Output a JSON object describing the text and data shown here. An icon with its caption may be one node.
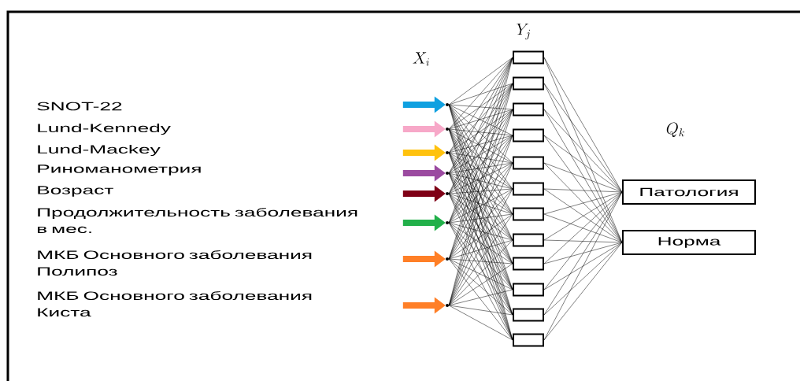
{
  "diagram": {
    "nodes": [
      {
        "text": [
          "SNOT-22"
        ]
      },
      {
        "text": [
          "Lund-Kennedy"
        ]
      },
      {
        "text": [
          "Lund-Mackey"
        ]
      },
      {
        "text": [
          "Риноманометрия"
        ]
      },
      {
        "text": [
          "Возраст"
        ]
      },
      {
        "text": [
          "Продолжительность заболевания в мес."
        ]
      },
      {
        "text": [
          "МКБ Основного заболевания Полипоз"
        ]
      },
      {
        "text": [
          "МКБ Основного заболевания Киста"
        ]
      },
      {
        "text": [],
        "shape": "circle"
      },
      {
        "text": [],
        "shape": "circle"
      },
      {
        "text": [],
        "shape": "circle"
      },
      {
        "text": [],
        "shape": "circle"
      },
      {
        "text": [],
        "shape": "circle"
      },
      {
        "text": [],
        "shape": "circle"
      },
      {
        "text": [],
        "shape": "circle"
      },
      {
        "text": [],
        "shape": "circle"
      },
      {
        "text": [],
        "shape": "box"
      },
      {
        "text": [],
        "shape": "box"
      },
      {
        "text": [],
        "shape": "box"
      },
      {
        "text": [],
        "shape": "box"
      },
      {
        "text": [],
        "shape": "box"
      },
      {
        "text": [],
        "shape": "box"
      },
      {
        "text": [],
        "shape": "box"
      },
      {
        "text": [],
        "shape": "box"
      },
      {
        "text": [],
        "shape": "box"
      },
      {
        "text": [],
        "shape": "box"
      },
      {
        "text": [],
        "shape": "box"
      },
      {
        "text": [],
        "shape": "box"
      },
      {
        "text": [
          "Патология"
        ]
      },
      {
        "text": [
          "Норма"
        ]
      }
    ],
    "edges": [
      {
        "from": null,
        "to": 8,
        "arrow": "to",
        "style": "thick",
        "color": "#0fa0e0"
      },
      {
        "from": null,
        "to": 9,
        "arrow": "to",
        "style": "thick",
        "color": "#f7a8c8"
      },
      {
        "from": null,
        "to": 10,
        "arrow": "to",
        "style": "thick",
        "color": "#ffc20e"
      },
      {
        "from": null,
        "to": 11,
        "arrow": "to",
        "style": "thick",
        "color": "#9b4aa0"
      },
      {
        "from": null,
        "to": 12,
        "arrow": "to",
        "style": "thick",
        "color": "#7f0016"
      },
      {
        "from": null,
        "to": 13,
        "arrow": "to",
        "style": "thick",
        "color": "#22b04a"
      },
      {
        "from": null,
        "to": 14,
        "arrow": "to",
        "style": "thick",
        "color": "#ff7f27"
      },
      {
        "from": null,
        "to": 15,
        "arrow": "to",
        "style": "thick",
        "color": "#ff7f27"
      },
      {
        "from": 8,
        "to": 16,
        "arrow": "none"
      },
      {
        "from": 8,
        "to": 17,
        "arrow": "none"
      },
      {
        "from": 8,
        "to": 18,
        "arrow": "none"
      },
      {
        "from": 8,
        "to": 19,
        "arrow": "none"
      },
      {
        "from": 8,
        "to": 20,
        "arrow": "none"
      },
      {
        "from": 8,
        "to": 21,
        "arrow": "none"
      },
      {
        "from": 8,
        "to": 22,
        "arrow": "none"
      },
      {
        "from": 8,
        "to": 23,
        "arrow": "none"
      },
      {
        "from": 8,
        "to": 24,
        "arrow": "none"
      },
      {
        "from": 8,
        "to": 25,
        "arrow": "none"
      },
      {
        "from": 8,
        "to": 26,
        "arrow": "none"
      },
      {
        "from": 8,
        "to": 27,
        "arrow": "none"
      },
      {
        "from": 9,
        "to": 16,
        "arrow": "none"
      },
      {
        "from": 9,
        "to": 17,
        "arrow": "none"
      },
      {
        "from": 9,
        "to": 18,
        "arrow": "none"
      },
      {
        "from": 9,
        "to": 19,
        "arrow": "none"
      },
      {
        "from": 9,
        "to": 20,
        "arrow": "none"
      },
      {
        "from": 9,
        "to": 21,
        "arrow": "none"
      },
      {
        "from": 9,
        "to": 22,
        "arrow": "none"
      },
      {
        "from": 9,
        "to": 23,
        "arrow": "none"
      },
      {
        "from": 9,
        "to": 24,
        "arrow": "none"
      },
      {
        "from": 9,
        "to": 25,
        "arrow": "none"
      },
      {
        "from": 9,
        "to": 26,
        "arrow": "none"
      },
      {
        "from": 9,
        "to": 27,
        "arrow": "none"
      },
      {
        "from": 10,
        "to": 16,
        "arrow": "none"
      },
      {
        "from": 10,
        "to": 17,
        "arrow": "none"
      },
      {
        "from": 10,
        "to": 18,
        "arrow": "none"
      },
      {
        "from": 10,
        "to": 19,
        "arrow": "none"
      },
      {
        "from": 10,
        "to": 20,
        "arrow": "none"
      },
      {
        "from": 10,
        "to": 21,
        "arrow": "none"
      },
      {
        "from": 10,
        "to": 22,
        "arrow": "none"
      },
      {
        "from": 10,
        "to": 23,
        "arrow": "none"
      },
      {
        "from": 10,
        "to": 24,
        "arrow": "none"
      },
      {
        "from": 10,
        "to": 25,
        "arrow": "none"
      },
      {
        "from": 10,
        "to": 26,
        "arrow": "none"
      },
      {
        "from": 10,
        "to": 27,
        "arrow": "none"
      },
      {
        "from": 11,
        "to": 16,
        "arrow": "none"
      },
      {
        "from": 11,
        "to": 17,
        "arrow": "none"
      },
      {
        "from": 11,
        "to": 18,
        "arrow": "none"
      },
      {
        "from": 11,
        "to": 19,
        "arrow": "none"
      },
      {
        "from": 11,
        "to": 20,
        "arrow": "none"
      },
      {
        "from": 11,
        "to": 21,
        "arrow": "none"
      },
      {
        "from": 11,
        "to": 22,
        "arrow": "none"
      },
      {
        "from": 11,
        "to": 23,
        "arrow": "none"
      },
      {
        "from": 11,
        "to": 24,
        "arrow": "none"
      },
      {
        "from": 11,
        "to": 25,
        "arrow": "none"
      },
      {
        "from": 11,
        "to": 26,
        "arrow": "none"
      },
      {
        "from": 11,
        "to": 27,
        "arrow": "none"
      },
      {
        "from": 12,
        "to": 16,
        "arrow": "none"
      },
      {
        "from": 12,
        "to": 17,
        "arrow": "none"
      },
      {
        "from": 12,
        "to": 18,
        "arrow": "none"
      },
      {
        "from": 12,
        "to": 19,
        "arrow": "none"
      },
      {
        "from": 12,
        "to": 20,
        "arrow": "none"
      },
      {
        "from": 12,
        "to": 21,
        "arrow": "none"
      },
      {
        "from": 12,
        "to": 22,
        "arrow": "none"
      },
      {
        "from": 12,
        "to": 23,
        "arrow": "none"
      },
      {
        "from": 12,
        "to": 24,
        "arrow": "none"
      },
      {
        "from": 12,
        "to": 25,
        "arrow": "none"
      },
      {
        "from": 12,
        "to": 26,
        "arrow": "none"
      },
      {
        "from": 12,
        "to": 27,
        "arrow": "none"
      },
      {
        "from": 13,
        "to": 16,
        "arrow": "none"
      },
      {
        "from": 13,
        "to": 17,
        "arrow": "none"
      },
      {
        "from": 13,
        "to": 18,
        "arrow": "none"
      },
      {
        "from": 13,
        "to": 19,
        "arrow": "none"
      },
      {
        "from": 13,
        "to": 20,
        "arrow": "none"
      },
      {
        "from": 13,
        "to": 21,
        "arrow": "none"
      },
      {
        "from": 13,
        "to": 22,
        "arrow": "none"
      },
      {
        "from": 13,
        "to": 23,
        "arrow": "none"
      },
      {
        "from": 13,
        "to": 24,
        "arrow": "none"
      },
      {
        "from": 13,
        "to": 25,
        "arrow": "none"
      },
      {
        "from": 13,
        "to": 26,
        "arrow": "none"
      },
      {
        "from": 13,
        "to": 27,
        "arrow": "none"
      },
      {
        "from": 14,
        "to": 16,
        "arrow": "none"
      },
      {
        "from": 14,
        "to": 17,
        "arrow": "none"
      },
      {
        "from": 14,
        "to": 18,
        "arrow": "none"
      },
      {
        "from": 14,
        "to": 19,
        "arrow": "none"
      },
      {
        "from": 14,
        "to": 20,
        "arrow": "none"
      },
      {
        "from": 14,
        "to": 21,
        "arrow": "none"
      },
      {
        "from": 14,
        "to": 22,
        "arrow": "none"
      },
      {
        "from": 14,
        "to": 23,
        "arrow": "none"
      },
      {
        "from": 14,
        "to": 24,
        "arrow": "none"
      },
      {
        "from": 14,
        "to": 25,
        "arrow": "none"
      },
      {
        "from": 14,
        "to": 26,
        "arrow": "none"
      },
      {
        "from": 14,
        "to": 27,
        "arrow": "none"
      },
      {
        "from": 15,
        "to": 16,
        "arrow": "none"
      },
      {
        "from": 15,
        "to": 17,
        "arrow": "none"
      },
      {
        "from": 15,
        "to": 18,
        "arrow": "none"
      },
      {
        "from": 15,
        "to": 19,
        "arrow": "none"
      },
      {
        "from": 15,
        "to": 20,
        "arrow": "none"
      },
      {
        "from": 15,
        "to": 21,
        "arrow": "none"
      },
      {
        "from": 15,
        "to": 22,
        "arrow": "none"
      },
      {
        "from": 15,
        "to": 23,
        "arrow": "none"
      },
      {
        "from": 15,
        "to": 24,
        "arrow": "none"
      },
      {
        "from": 15,
        "to": 25,
        "arrow": "none"
      },
      {
        "from": 15,
        "to": 26,
        "arrow": "none"
      },
      {
        "from": 15,
        "to": 27,
        "arrow": "none"
      },
      {
        "from": 16,
        "to": 28,
        "arrow": "none"
      },
      {
        "from": 16,
        "to": 29,
        "arrow": "none"
      },
      {
        "from": 17,
        "to": 28,
        "arrow": "none"
      },
      {
        "from": 17,
        "to": 29,
        "arrow": "none"
      },
      {
        "from": 18,
        "to": 28,
        "arrow": "none"
      },
      {
        "from": 18,
        "to": 29,
        "arrow": "none"
      },
      {
        "from": 19,
        "to": 28,
        "arrow": "none"
      },
      {
        "from": 19,
        "to": 29,
        "arrow": "none"
      },
      {
        "from": 20,
        "to": 28,
        "arrow": "none"
      },
      {
        "from": 20,
        "to": 29,
        "arrow": "none"
      },
      {
        "from": 21,
        "to": 28,
        "arrow": "none"
      },
      {
        "from": 21,
        "to": 29,
        "arrow": "none"
      },
      {
        "from": 22,
        "to": 28,
        "arrow": "none"
      },
      {
        "from": 22,
        "to": 29,
        "arrow": "none"
      },
      {
        "from": 23,
        "to": 28,
        "arrow": "none"
      },
      {
        "from": 23,
        "to": 29,
        "arrow": "none"
      },
      {
        "from": 24,
        "to": 28,
        "arrow": "none"
      },
      {
        "from": 24,
        "to": 29,
        "arrow": "none"
      },
      {
        "from": 25,
        "to": 28,
        "arrow": "none"
      },
      {
        "from": 25,
        "to": 29,
        "arrow": "none"
      },
      {
        "from": 26,
        "to": 28,
        "arrow": "none"
      },
      {
        "from": 26,
        "to": 29,
        "arrow": "none"
      },
      {
        "from": 27,
        "to": 28,
        "arrow": "none"
      },
      {
        "from": 27,
        "to": 29,
        "arrow": "none"
      }
    ],
    "labels": [
      "Y_j",
      "X_i",
      "Q_k"
    ]
  }
}
